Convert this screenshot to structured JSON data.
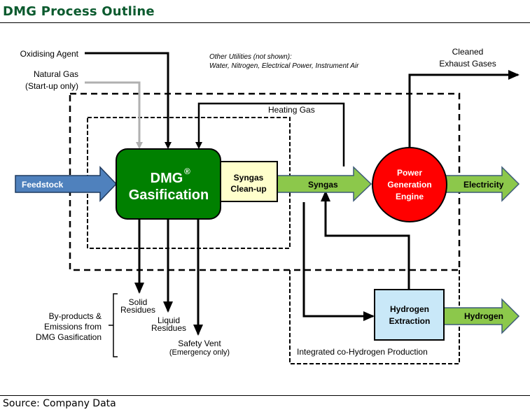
{
  "header": {
    "title": "DMG Process Outline"
  },
  "footer": {
    "source": "Source: Company Data"
  },
  "colors": {
    "title": "#0b5a2e",
    "dmg_box": "#008000",
    "cleanup_box": "#ffffcc",
    "feedstock_arrow": "#4f81bd",
    "green_arrow": "#8cc84b",
    "power_circle": "#ff0000",
    "hydrogen_box": "#c9e8f8",
    "natural_gas_line": "#b0b0b0"
  },
  "inputs": {
    "oxidising_agent": "Oxidising Agent",
    "natural_gas_line1": "Natural Gas",
    "natural_gas_line2": "(Start-up only)",
    "feedstock": "Feedstock"
  },
  "utilities": {
    "line1": "Other Utilities (not shown):",
    "line2": "Water, Nitrogen, Electrical Power, Instrument Air"
  },
  "nodes": {
    "dmg_line1": "DMG",
    "dmg_reg": "®",
    "dmg_line2": "Gasification",
    "cleanup_line1": "Syngas",
    "cleanup_line2": "Clean-up",
    "power_line1": "Power",
    "power_line2": "Generation",
    "power_line3": "Engine",
    "hydrogen_line1": "Hydrogen",
    "hydrogen_line2": "Extraction"
  },
  "flows": {
    "heating_gas": "Heating Gas",
    "syngas": "Syngas",
    "electricity": "Electricity",
    "hydrogen": "Hydrogen",
    "exhaust_line1": "Cleaned",
    "exhaust_line2": "Exhaust  Gases"
  },
  "byproducts": {
    "group_line1": "By-products &",
    "group_line2": "Emissions from",
    "group_line3": "DMG Gasification",
    "solid_line1": "Solid",
    "solid_line2": "Residues",
    "liquid_line1": "Liquid",
    "liquid_line2": "Residues",
    "vent_line1": "Safety Vent",
    "vent_line2": "(Emergency only)"
  },
  "regions": {
    "co_hydrogen": "Integrated co-Hydrogen Production"
  }
}
